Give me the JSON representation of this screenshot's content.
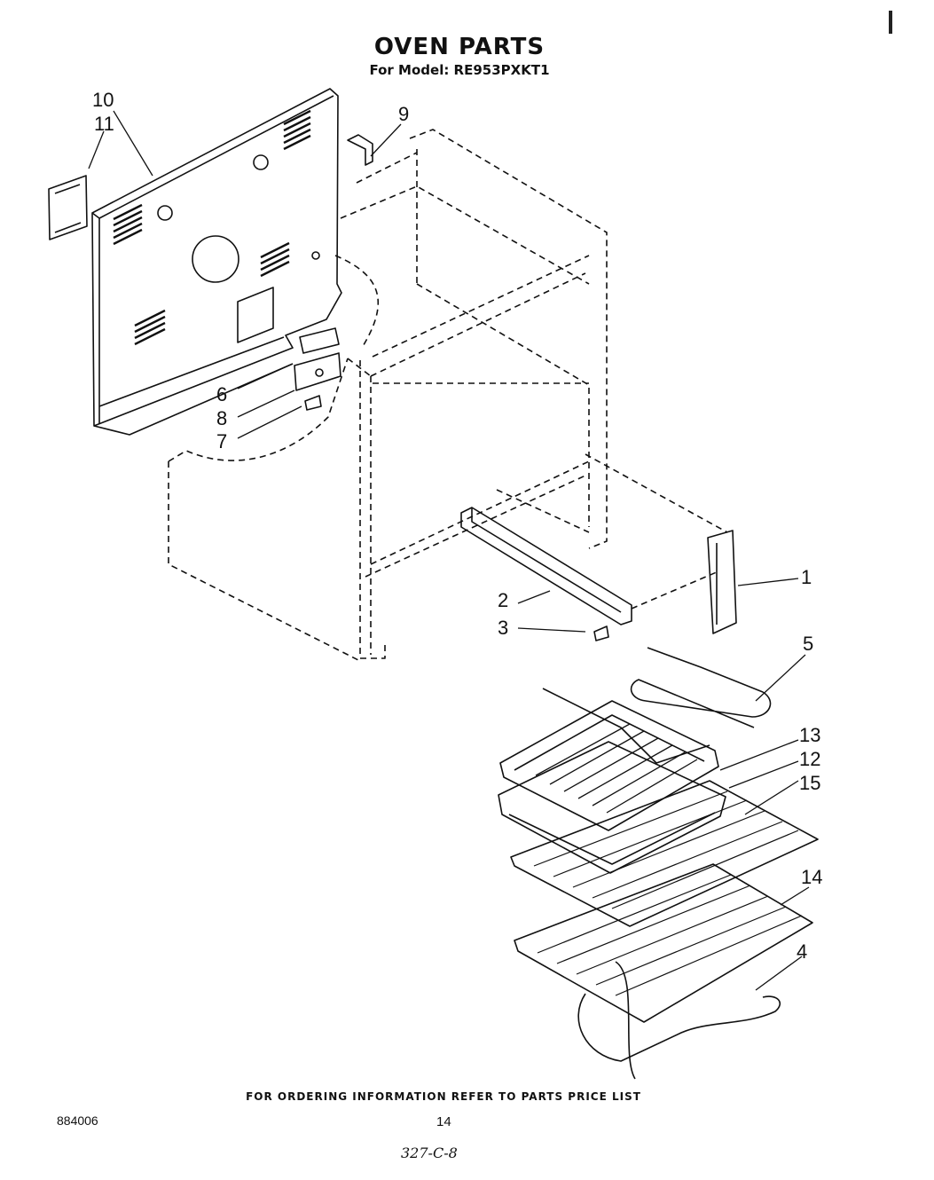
{
  "header": {
    "title": "OVEN PARTS",
    "model_line": "For Model: RE953PXKT1"
  },
  "callouts": [
    {
      "id": "10",
      "label": "10"
    },
    {
      "id": "11",
      "label": "11"
    },
    {
      "id": "9",
      "label": "9"
    },
    {
      "id": "6",
      "label": "6"
    },
    {
      "id": "8",
      "label": "8"
    },
    {
      "id": "7",
      "label": "7"
    },
    {
      "id": "1",
      "label": "1"
    },
    {
      "id": "2",
      "label": "2"
    },
    {
      "id": "3",
      "label": "3"
    },
    {
      "id": "5",
      "label": "5"
    },
    {
      "id": "13",
      "label": "13"
    },
    {
      "id": "12",
      "label": "12"
    },
    {
      "id": "15",
      "label": "15"
    },
    {
      "id": "14",
      "label": "14"
    },
    {
      "id": "4",
      "label": "4"
    }
  ],
  "footer": {
    "ordering_note": "FOR ORDERING INFORMATION REFER TO PARTS PRICE LIST",
    "doc_number": "884006",
    "page_number": "14",
    "handwritten_code": "327-C-8"
  }
}
